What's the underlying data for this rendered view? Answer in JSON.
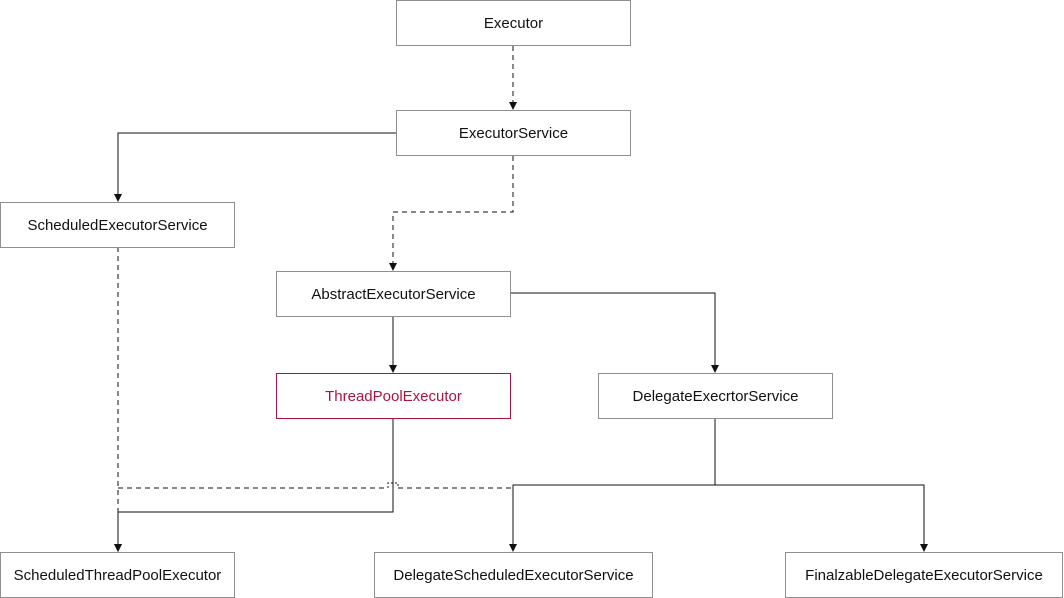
{
  "nodes": {
    "executor": "Executor",
    "executor_service": "ExecutorService",
    "scheduled_executor_service": "ScheduledExecutorService",
    "abstract_executor_service": "AbstractExecutorService",
    "thread_pool_executor": "ThreadPoolExecutor",
    "delegate_executor_service": "DelegateExecrtorService",
    "scheduled_thread_pool_executor": "ScheduledThreadPoolExecutor",
    "delegate_scheduled_executor_service": "DelegateScheduledExecutorService",
    "finalizable_delegate_executor_service": "FinalzableDelegateExecutorService"
  },
  "edges": [
    {
      "from": "Executor",
      "to": "ExecutorService",
      "style": "dashed"
    },
    {
      "from": "ExecutorService",
      "to": "ScheduledExecutorService",
      "style": "solid"
    },
    {
      "from": "ExecutorService",
      "to": "AbstractExecutorService",
      "style": "dashed"
    },
    {
      "from": "AbstractExecutorService",
      "to": "ThreadPoolExecutor",
      "style": "solid"
    },
    {
      "from": "AbstractExecutorService",
      "to": "DelegateExecrtorService",
      "style": "solid"
    },
    {
      "from": "ScheduledExecutorService",
      "to": "ScheduledThreadPoolExecutor",
      "style": "dashed"
    },
    {
      "from": "ThreadPoolExecutor",
      "to": "ScheduledThreadPoolExecutor",
      "style": "solid"
    },
    {
      "from": "ScheduledExecutorService",
      "to": "DelegateScheduledExecutorService",
      "style": "dashed"
    },
    {
      "from": "DelegateExecrtorService",
      "to": "DelegateScheduledExecutorService",
      "style": "solid"
    },
    {
      "from": "DelegateExecrtorService",
      "to": "FinalzableDelegateExecutorService",
      "style": "solid"
    }
  ],
  "colors": {
    "node_border": "#8f8f8f",
    "text": "#111111",
    "highlight": "#b0123f",
    "line": "#111111"
  }
}
